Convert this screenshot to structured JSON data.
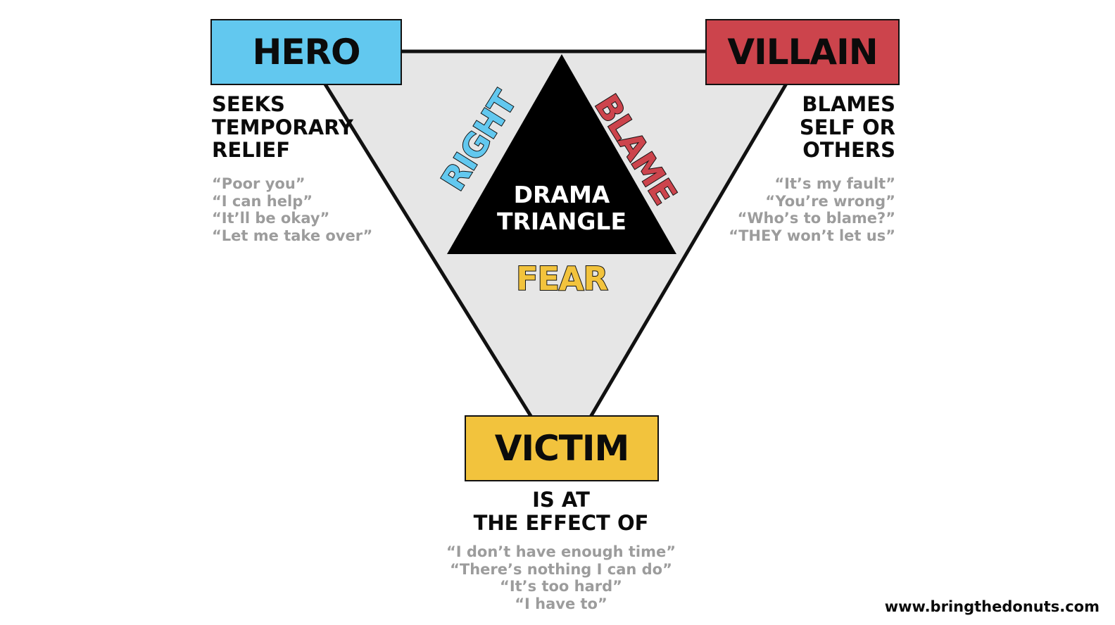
{
  "colors": {
    "hero": "#62c8ef",
    "villain": "#cc444c",
    "victim": "#f2c33d",
    "triangle_fill": "#e6e6e6",
    "inner_triangle": "#000000",
    "quote_text": "#9c9c9c"
  },
  "hero": {
    "title": "HERO",
    "description": [
      "SEEKS",
      "TEMPORARY",
      "RELIEF"
    ],
    "quotes": [
      "“Poor you”",
      "“I can help”",
      "“It’ll be okay”",
      "“Let me take over”"
    ]
  },
  "villain": {
    "title": "VILLAIN",
    "description": [
      "BLAMES",
      "SELF OR",
      "OTHERS"
    ],
    "quotes": [
      "“It’s my fault”",
      "“You’re wrong”",
      "“Who’s to blame?”",
      "“THEY won’t let us”"
    ]
  },
  "victim": {
    "title": "VICTIM",
    "description": [
      "IS AT",
      "THE EFFECT OF"
    ],
    "quotes": [
      "“I don’t have enough time”",
      "“There’s nothing I can do”",
      "“It’s too hard”",
      "“I have to”"
    ]
  },
  "center": {
    "title_lines": [
      "DRAMA",
      "TRIANGLE"
    ]
  },
  "emotions": {
    "right": "RIGHT",
    "blame": "BLAME",
    "fear": "FEAR"
  },
  "footer": {
    "url": "www.bringthedonuts.com"
  }
}
